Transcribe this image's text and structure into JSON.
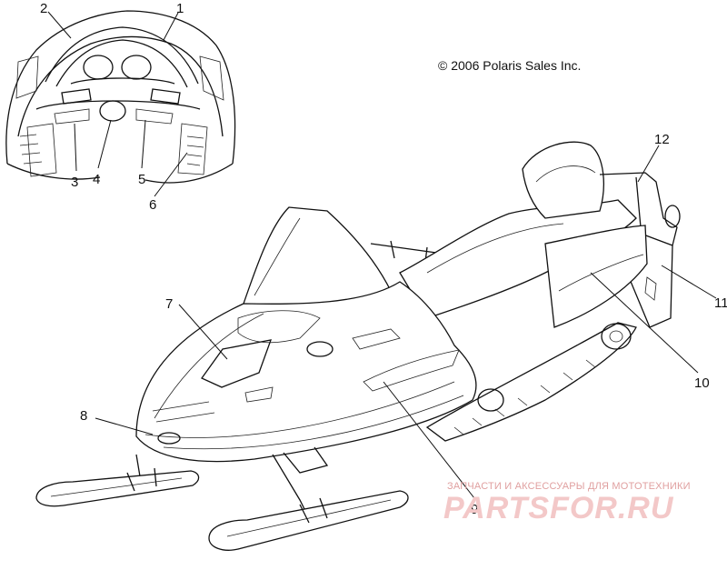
{
  "copyright": "© 2006 Polaris Sales Inc.",
  "watermark": {
    "tagline": "ЗАПЧАСТИ И АКСЕССУАРЫ ДЛЯ МОТОТЕХНИКИ",
    "brand": "PARTSFOR.RU"
  },
  "callouts": [
    {
      "id": "1",
      "label": "1"
    },
    {
      "id": "2",
      "label": "2"
    },
    {
      "id": "3",
      "label": "3"
    },
    {
      "id": "4",
      "label": "4"
    },
    {
      "id": "5",
      "label": "5"
    },
    {
      "id": "6",
      "label": "6"
    },
    {
      "id": "7",
      "label": "7"
    },
    {
      "id": "8",
      "label": "8"
    },
    {
      "id": "9",
      "label": "9"
    },
    {
      "id": "10",
      "label": "10"
    },
    {
      "id": "11",
      "label": "11"
    },
    {
      "id": "12",
      "label": "12"
    }
  ]
}
